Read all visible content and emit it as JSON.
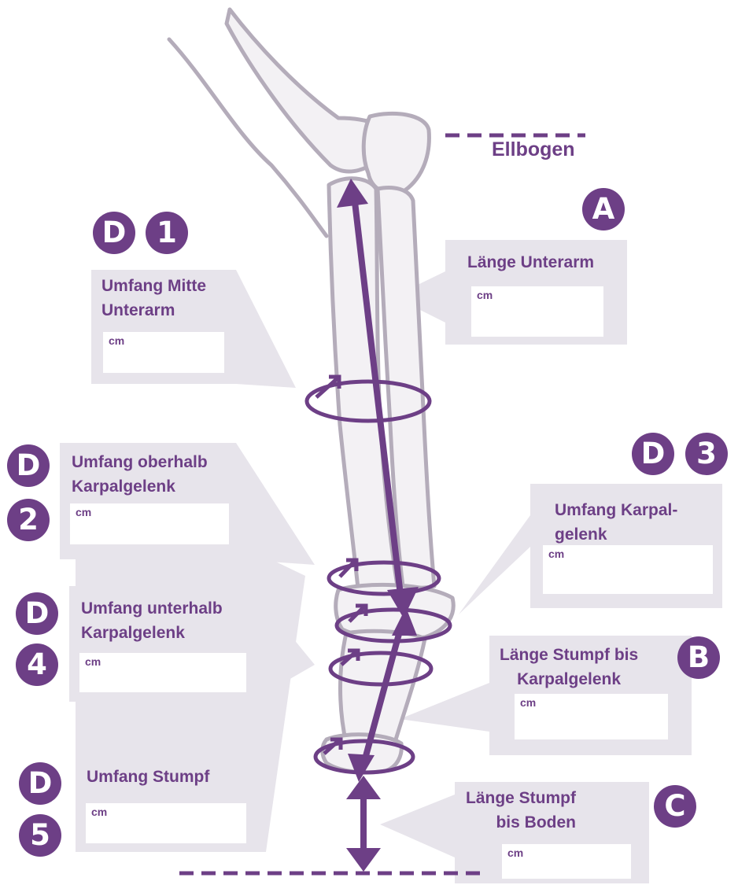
{
  "colors": {
    "accent": "#6d3f86",
    "panel": "#e7e4eb",
    "bone": "#b4acba",
    "bone_fill": "#f3f1f4"
  },
  "ellbogen": "Ellbogen",
  "unit": "cm",
  "measurements": [
    {
      "id": "A",
      "badges": [
        "A"
      ],
      "label": "Länge Unterarm",
      "value": ""
    },
    {
      "id": "B",
      "badges": [
        "B"
      ],
      "label": "Länge Stumpf bis\nKarpalgelenk",
      "value": ""
    },
    {
      "id": "C",
      "badges": [
        "C"
      ],
      "label": "Länge Stumpf\nbis Boden",
      "value": ""
    },
    {
      "id": "D1",
      "badges": [
        "D",
        "1"
      ],
      "label": "Umfang Mitte\nUnterarm",
      "value": ""
    },
    {
      "id": "D2",
      "badges": [
        "D",
        "2"
      ],
      "label": "Umfang oberhalb\nKarpalgelenk",
      "value": ""
    },
    {
      "id": "D3",
      "badges": [
        "D",
        "3"
      ],
      "label": "Umfang Karpal-\ngelenk",
      "value": ""
    },
    {
      "id": "D4",
      "badges": [
        "D",
        "4"
      ],
      "label": "Umfang unterhalb\nKarpalgelenk",
      "value": ""
    },
    {
      "id": "D5",
      "badges": [
        "D",
        "5"
      ],
      "label": "Umfang Stumpf",
      "value": ""
    }
  ]
}
